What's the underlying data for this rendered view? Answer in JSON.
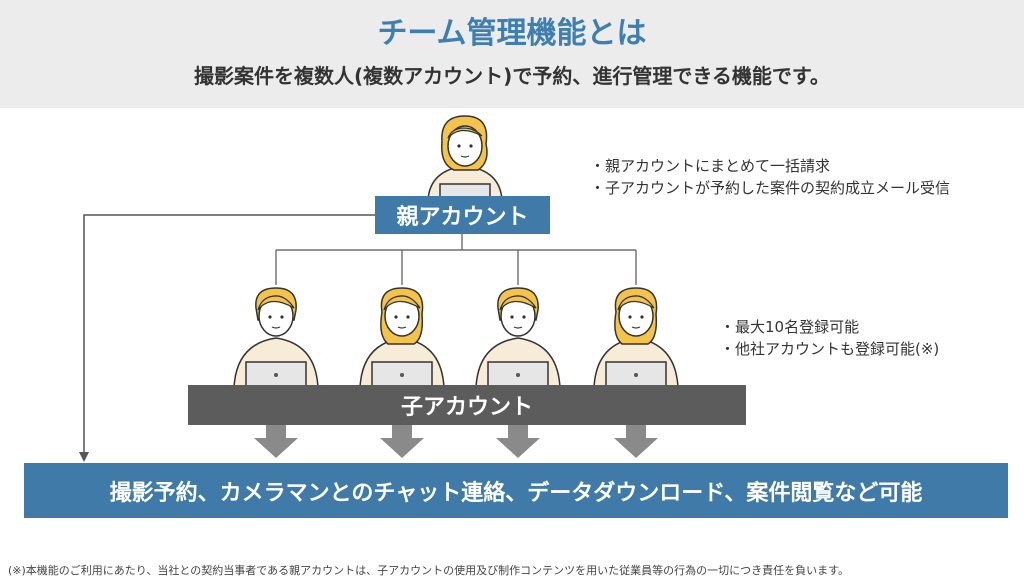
{
  "header": {
    "title": "チーム管理機能とは",
    "subtitle": "撮影案件を複数人(複数アカウント)で予約、進行管理できる機能です。"
  },
  "parent": {
    "label": "親アカウント",
    "notes": [
      "・親アカウントにまとめて一括請求",
      "・子アカウントが予約した案件の契約成立メール受信"
    ]
  },
  "child": {
    "label": "子アカウント",
    "notes": [
      "・最大10名登録可能",
      "・他社アカウントも登録可能(※)"
    ]
  },
  "result": {
    "label": "撮影予約、カメラマンとのチャット連絡、データダウンロード、案件閲覧など可能"
  },
  "footnote": "(※)本機能のご利用にあたり、当社との契約当事者である親アカウントは、子アカウントの使用及び制作コンテンツを用いた従業員等の行為の一切につき責任を負います。",
  "colors": {
    "accent": "#3f7aa9",
    "title": "#3d7fb0",
    "child_bar": "#5c5c5c",
    "arrow": "#8a8a8a",
    "hair": "#f4c34a",
    "sweater": "#f6ecd8"
  }
}
